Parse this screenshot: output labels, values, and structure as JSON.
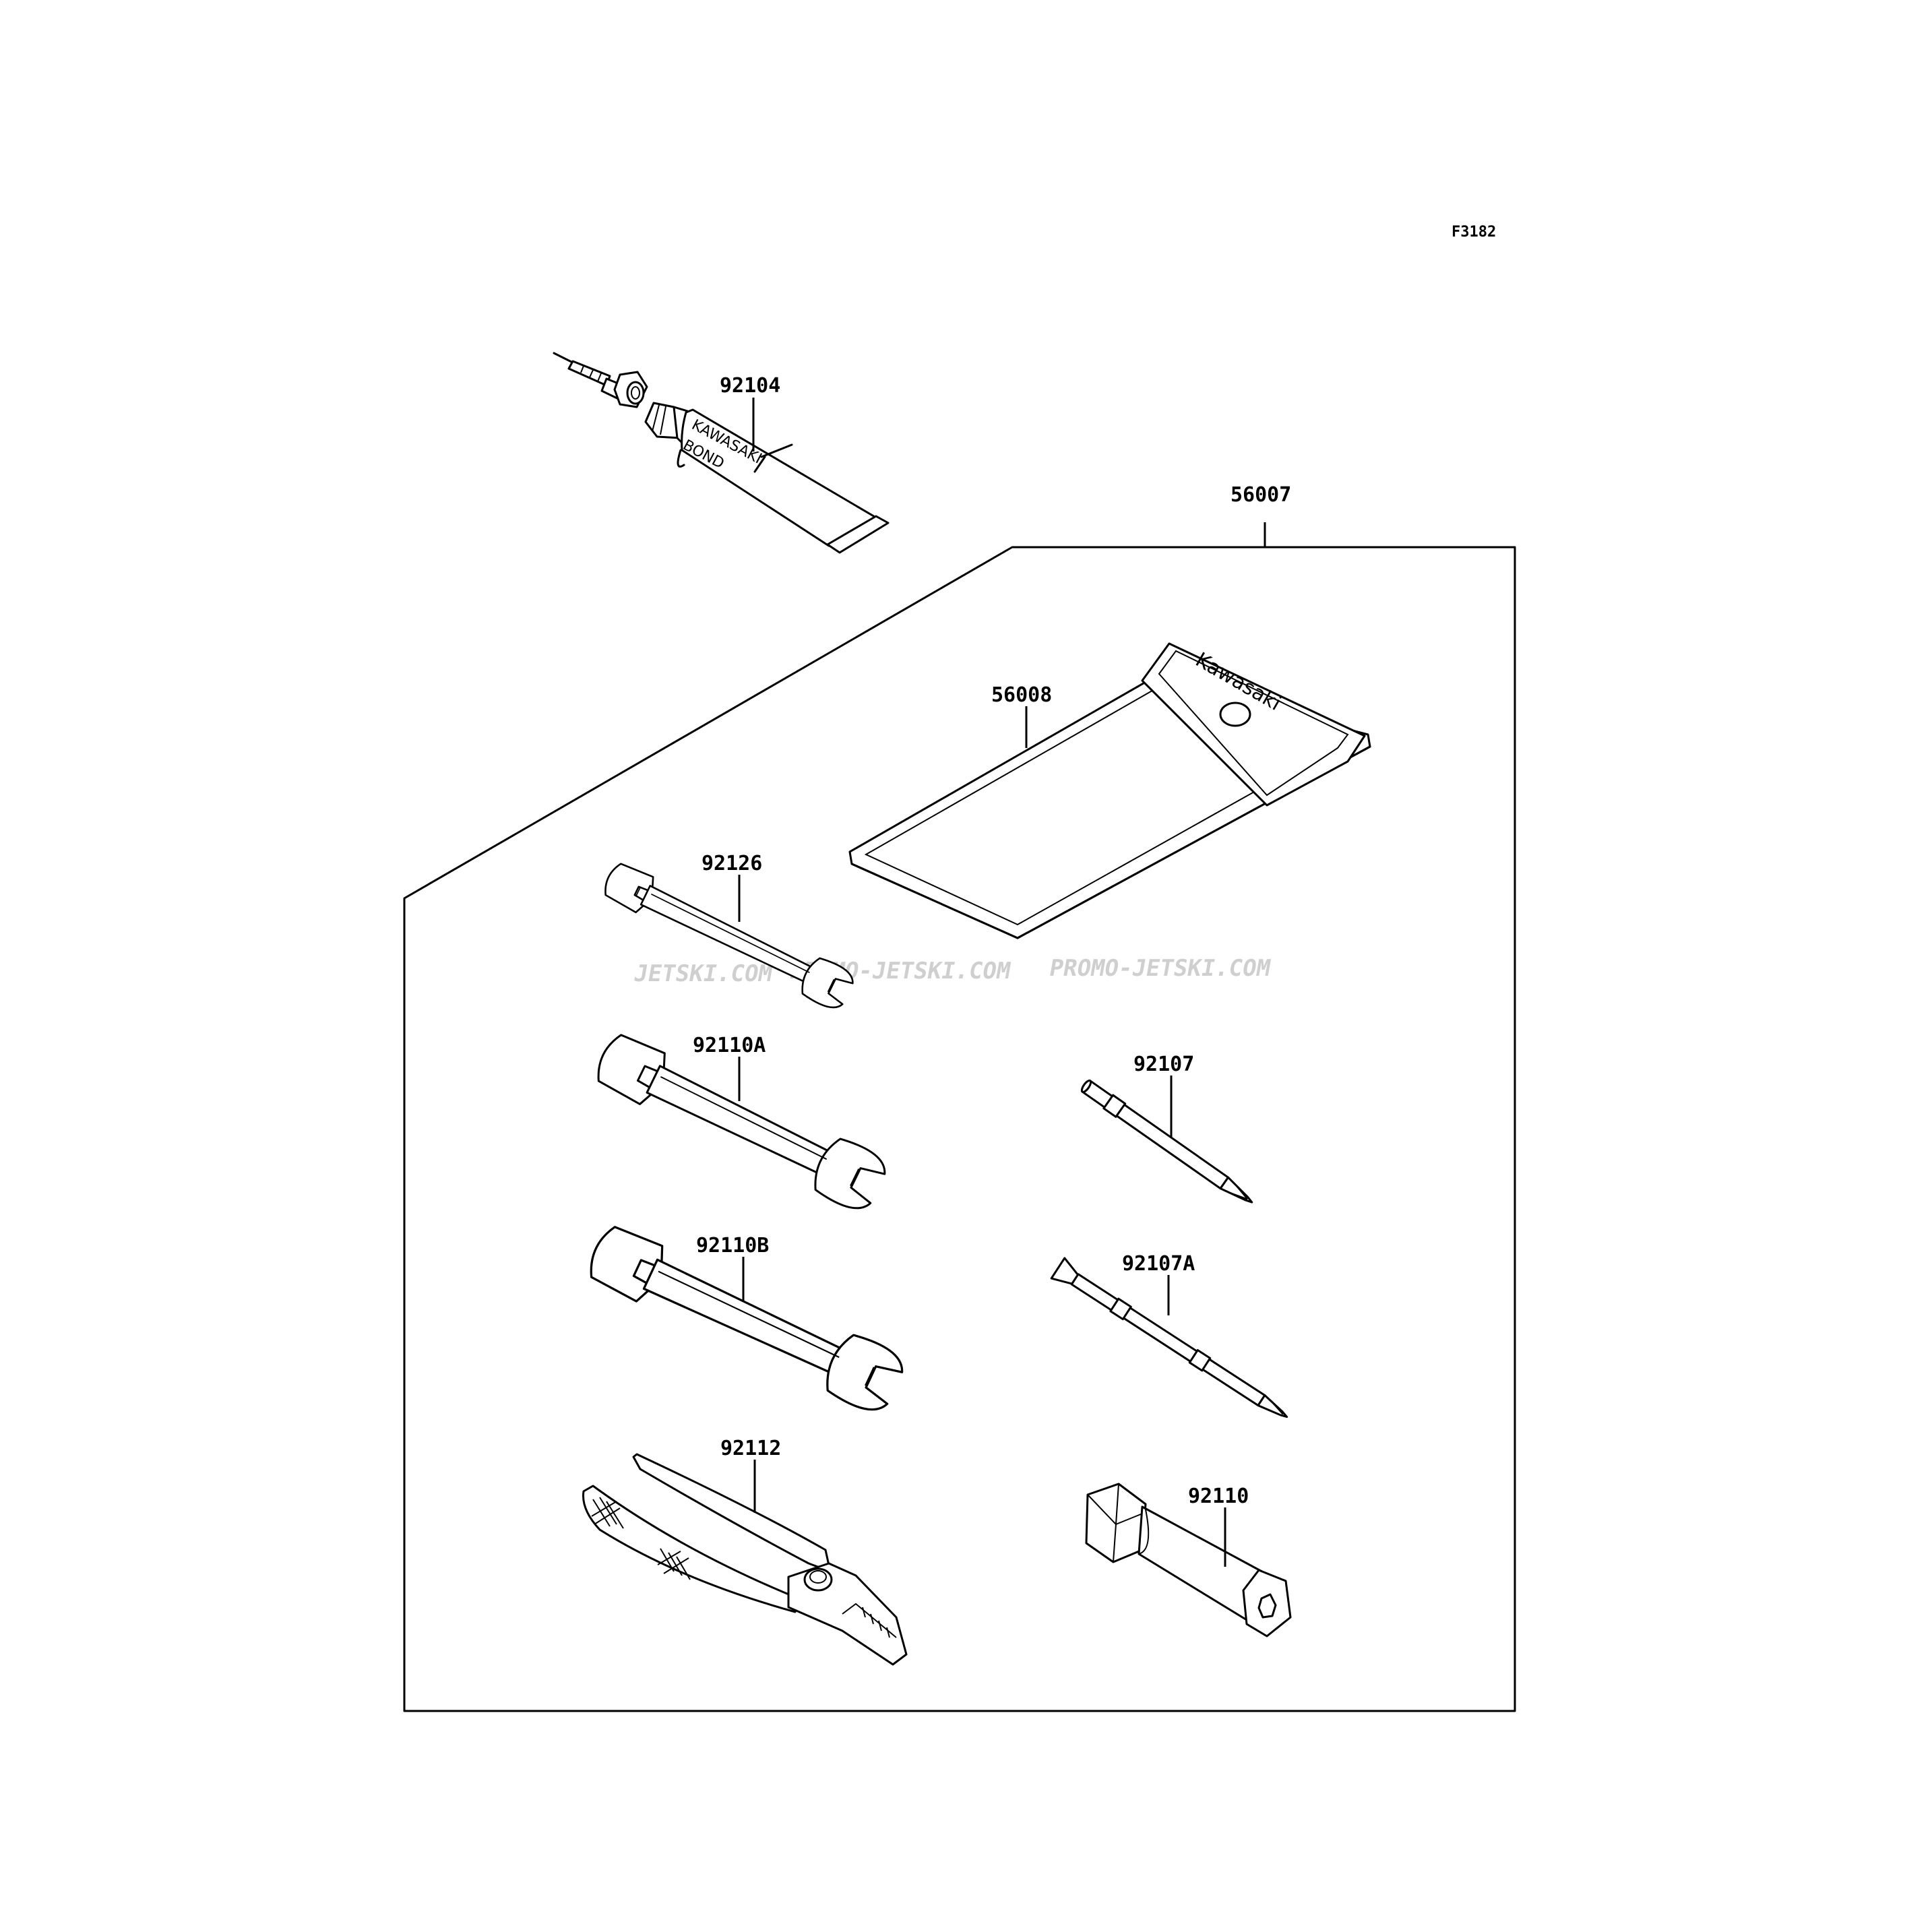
{
  "figure_code": "F3182",
  "watermark": {
    "segments": [
      "JETSKI.COM",
      "PROMO-JETSKI.COM",
      "PROMO-JETSKI.COM"
    ]
  },
  "parts": {
    "bond_tube": {
      "part_number": "92104",
      "label_lines": [
        "KAWASAKI",
        "BOND"
      ]
    },
    "tool_kit": {
      "part_number": "56007"
    },
    "tool_case": {
      "part_number": "56008",
      "brand": "Kawasaki"
    },
    "wrench_small": {
      "part_number": "92126"
    },
    "wrench_a": {
      "part_number": "92110A"
    },
    "wrench_b": {
      "part_number": "92110B"
    },
    "pliers": {
      "part_number": "92112"
    },
    "screwdriver": {
      "part_number": "92107"
    },
    "screwdriver_a": {
      "part_number": "92107A"
    },
    "socket_wrench": {
      "part_number": "92110"
    }
  }
}
